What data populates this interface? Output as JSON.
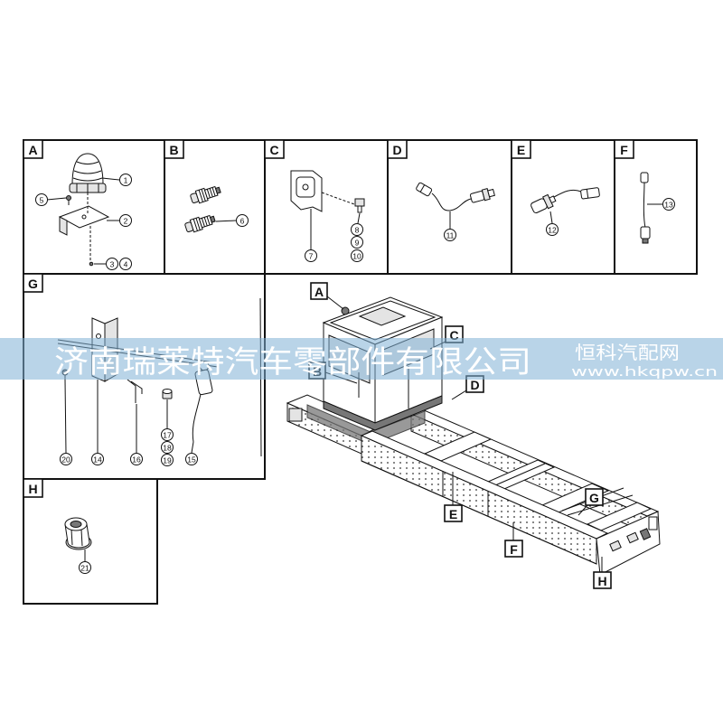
{
  "panels": [
    {
      "label": "A",
      "callouts": [
        "1",
        "2",
        "3",
        "4",
        "5"
      ]
    },
    {
      "label": "B",
      "callouts": [
        "6"
      ]
    },
    {
      "label": "C",
      "callouts": [
        "7",
        "8",
        "9",
        "10"
      ]
    },
    {
      "label": "D",
      "callouts": [
        "11"
      ]
    },
    {
      "label": "E",
      "callouts": [
        "12"
      ]
    },
    {
      "label": "F",
      "callouts": [
        "13"
      ]
    },
    {
      "label": "G",
      "callouts": [
        "14",
        "15",
        "16",
        "17",
        "18",
        "19",
        "20"
      ]
    },
    {
      "label": "H",
      "callouts": [
        "21"
      ]
    }
  ],
  "chassis_callouts": [
    "A",
    "B",
    "C",
    "D",
    "E",
    "F",
    "G",
    "H"
  ],
  "watermark": {
    "company": "济南瑞莱特汽车零部件有限公司",
    "site_name": "恒科汽配网",
    "site_url": "www.hkqpw.cn"
  }
}
